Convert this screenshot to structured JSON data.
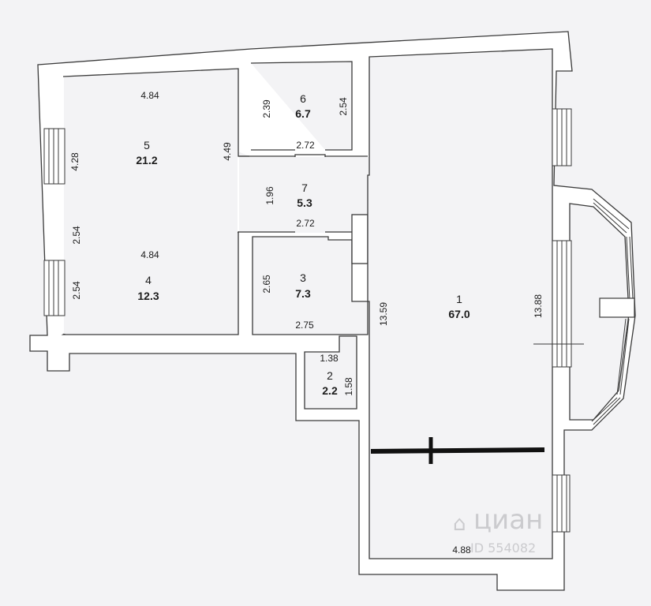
{
  "rooms": [
    {
      "number": "1",
      "area": "67.0"
    },
    {
      "number": "2",
      "area": "2.2"
    },
    {
      "number": "3",
      "area": "7.3"
    },
    {
      "number": "4",
      "area": "12.3"
    },
    {
      "number": "5",
      "area": "21.2"
    },
    {
      "number": "6",
      "area": "6.7"
    },
    {
      "number": "7",
      "area": "5.3"
    }
  ],
  "dimensions": {
    "room5_top": "4.84",
    "room5_left": "4.28",
    "room5_right": "4.49",
    "room6_left": "2.39",
    "room6_right": "2.54",
    "room6_bottom": "2.72",
    "room7_height": "1.96",
    "room7_bottom": "2.72",
    "room4_top": "4.84",
    "room4_left_upper": "2.54",
    "room4_left_lower": "2.54",
    "room3_left": "2.65",
    "room3_bottom": "2.75",
    "room2_top": "1.38",
    "room2_right": "1.58",
    "room1_left": "13.59",
    "room1_right": "13.88",
    "room1_bottom": "4.88"
  },
  "watermark": {
    "brand": "циан",
    "id": "ID 554082"
  },
  "colors": {
    "background": "#f3f3f5",
    "wall": "#ffffff",
    "line": "#3a3a3a",
    "partition": "#111111"
  }
}
